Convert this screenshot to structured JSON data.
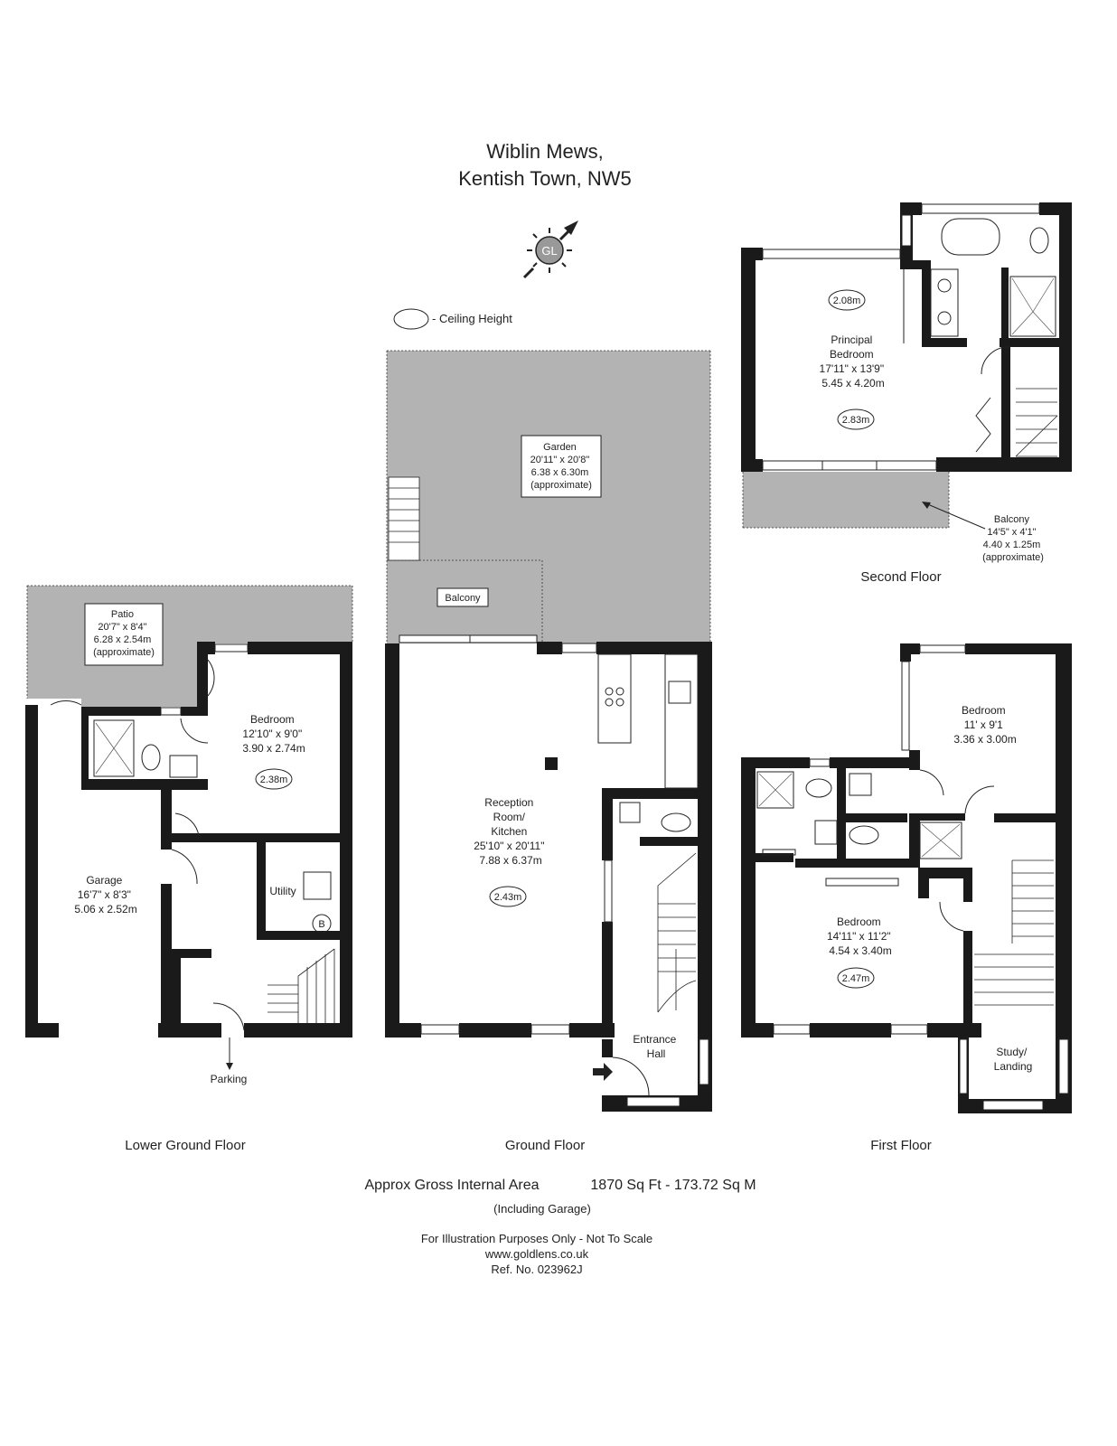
{
  "header": {
    "title_line1": "Wiblin Mews,",
    "title_line2": "Kentish Town, NW5"
  },
  "compass": {
    "logo_text": "GL"
  },
  "legend": {
    "label": "- Ceiling Height"
  },
  "floors": {
    "lower_ground": {
      "label": "Lower Ground Floor",
      "patio": [
        "Patio",
        "20'7\" x 8'4\"",
        "6.28 x 2.54m",
        "(approximate)"
      ],
      "bedroom": [
        "Bedroom",
        "12'10\" x 9'0\"",
        "3.90 x 2.74m"
      ],
      "bedroom_ceiling": "2.38m",
      "garage": [
        "Garage",
        "16'7\" x 8'3\"",
        "5.06 x 2.52m"
      ],
      "utility": "Utility",
      "boiler": "B",
      "parking": "Parking"
    },
    "ground": {
      "label": "Ground Floor",
      "garden": [
        "Garden",
        "20'11\" x 20'8\"",
        "6.38 x 6.30m",
        "(approximate)"
      ],
      "balcony": "Balcony",
      "reception": [
        "Reception",
        "Room/",
        "Kitchen",
        "25'10\" x 20'11\"",
        "7.88 x 6.37m"
      ],
      "reception_ceiling": "2.43m",
      "entrance": [
        "Entrance",
        "Hall"
      ]
    },
    "first": {
      "label": "First Floor",
      "bedroom_a": [
        "Bedroom",
        "11' x 9'1",
        "3.36 x 3.00m"
      ],
      "bedroom_b": [
        "Bedroom",
        "14'11\" x 11'2\"",
        "4.54 x 3.40m"
      ],
      "bedroom_b_ceiling": "2.47m",
      "study": [
        "Study/",
        "Landing"
      ]
    },
    "second": {
      "label": "Second Floor",
      "principal": [
        "Principal",
        "Bedroom",
        "17'11\" x 13'9\"",
        "5.45 x 4.20m"
      ],
      "principal_ceiling_a": "2.08m",
      "principal_ceiling_b": "2.83m",
      "balcony": [
        "Balcony",
        "14'5\" x 4'1\"",
        "4.40 x 1.25m",
        "(approximate)"
      ]
    }
  },
  "footer": {
    "area_label": "Approx Gross Internal Area",
    "area_value": "1870 Sq Ft  - 173.72 Sq M",
    "including": "(Including Garage)",
    "note1": "For Illustration Purposes Only - Not To Scale",
    "note2": "www.goldlens.co.uk",
    "note3": "Ref. No. 023962J"
  },
  "colors": {
    "wall": "#1a1a1a",
    "outdoor": "#b3b3b3",
    "background": "#ffffff"
  }
}
